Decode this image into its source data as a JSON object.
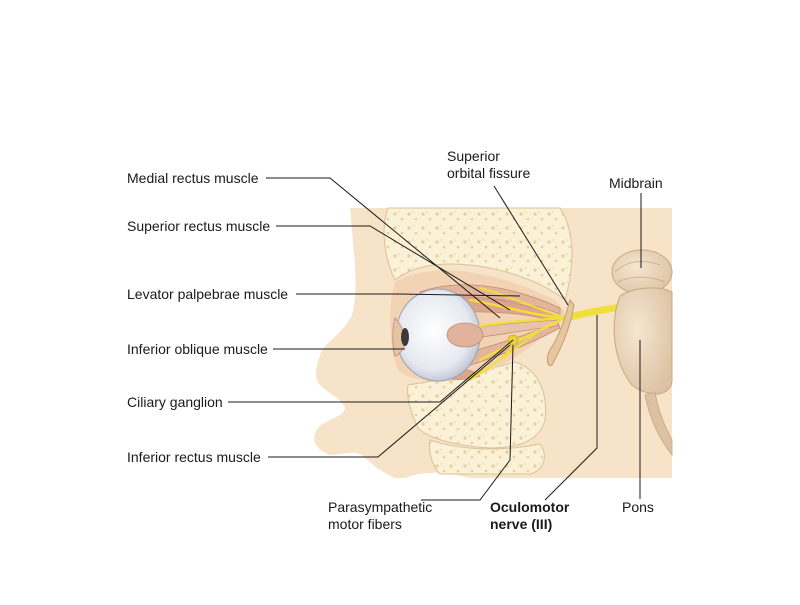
{
  "labels": {
    "medial_rectus": "Medial rectus muscle",
    "superior_rectus": "Superior rectus muscle",
    "levator_palpebrae": "Levator palpebrae muscle",
    "inferior_oblique": "Inferior oblique muscle",
    "ciliary_ganglion": "Ciliary ganglion",
    "inferior_rectus": "Inferior rectus muscle",
    "superior_orbital_fissure": [
      "Superior",
      "orbital fissure"
    ],
    "midbrain": "Midbrain",
    "parasympathetic": [
      "Parasympathetic",
      "motor fibers"
    ],
    "oculomotor": [
      "Oculomotor",
      "nerve (III)"
    ],
    "pons": "Pons"
  },
  "colors": {
    "skin": "#f6e3c8",
    "bone": "#fbf1d6",
    "nerve": "#f0df3c",
    "muscle": "#e4b49d",
    "brainstem": "#f1dcc2",
    "leader": "#1a1a1a"
  }
}
